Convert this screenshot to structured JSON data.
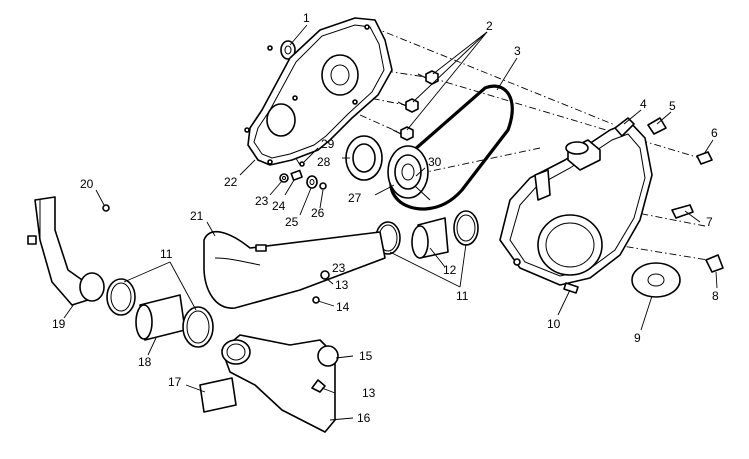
{
  "callouts": [
    {
      "id": "c1",
      "label": "1"
    },
    {
      "id": "c2",
      "label": "2"
    },
    {
      "id": "c3",
      "label": "3"
    },
    {
      "id": "c4",
      "label": "4"
    },
    {
      "id": "c5",
      "label": "5"
    },
    {
      "id": "c6",
      "label": "6"
    },
    {
      "id": "c7",
      "label": "7"
    },
    {
      "id": "c8",
      "label": "8"
    },
    {
      "id": "c9",
      "label": "9"
    },
    {
      "id": "c10",
      "label": "10"
    },
    {
      "id": "c11a",
      "label": "11"
    },
    {
      "id": "c11b",
      "label": "11"
    },
    {
      "id": "c12",
      "label": "12"
    },
    {
      "id": "c13a",
      "label": "13"
    },
    {
      "id": "c13b",
      "label": "13"
    },
    {
      "id": "c14",
      "label": "14"
    },
    {
      "id": "c15",
      "label": "15"
    },
    {
      "id": "c16",
      "label": "16"
    },
    {
      "id": "c17",
      "label": "17"
    },
    {
      "id": "c18",
      "label": "18"
    },
    {
      "id": "c19",
      "label": "19"
    },
    {
      "id": "c20",
      "label": "20"
    },
    {
      "id": "c21",
      "label": "21"
    },
    {
      "id": "c22",
      "label": "22"
    },
    {
      "id": "c23a",
      "label": "23"
    },
    {
      "id": "c23b",
      "label": "23"
    },
    {
      "id": "c24",
      "label": "24"
    },
    {
      "id": "c25",
      "label": "25"
    },
    {
      "id": "c26",
      "label": "26"
    },
    {
      "id": "c27",
      "label": "27"
    },
    {
      "id": "c28",
      "label": "28"
    },
    {
      "id": "c29",
      "label": "29"
    },
    {
      "id": "c30",
      "label": "30"
    }
  ]
}
